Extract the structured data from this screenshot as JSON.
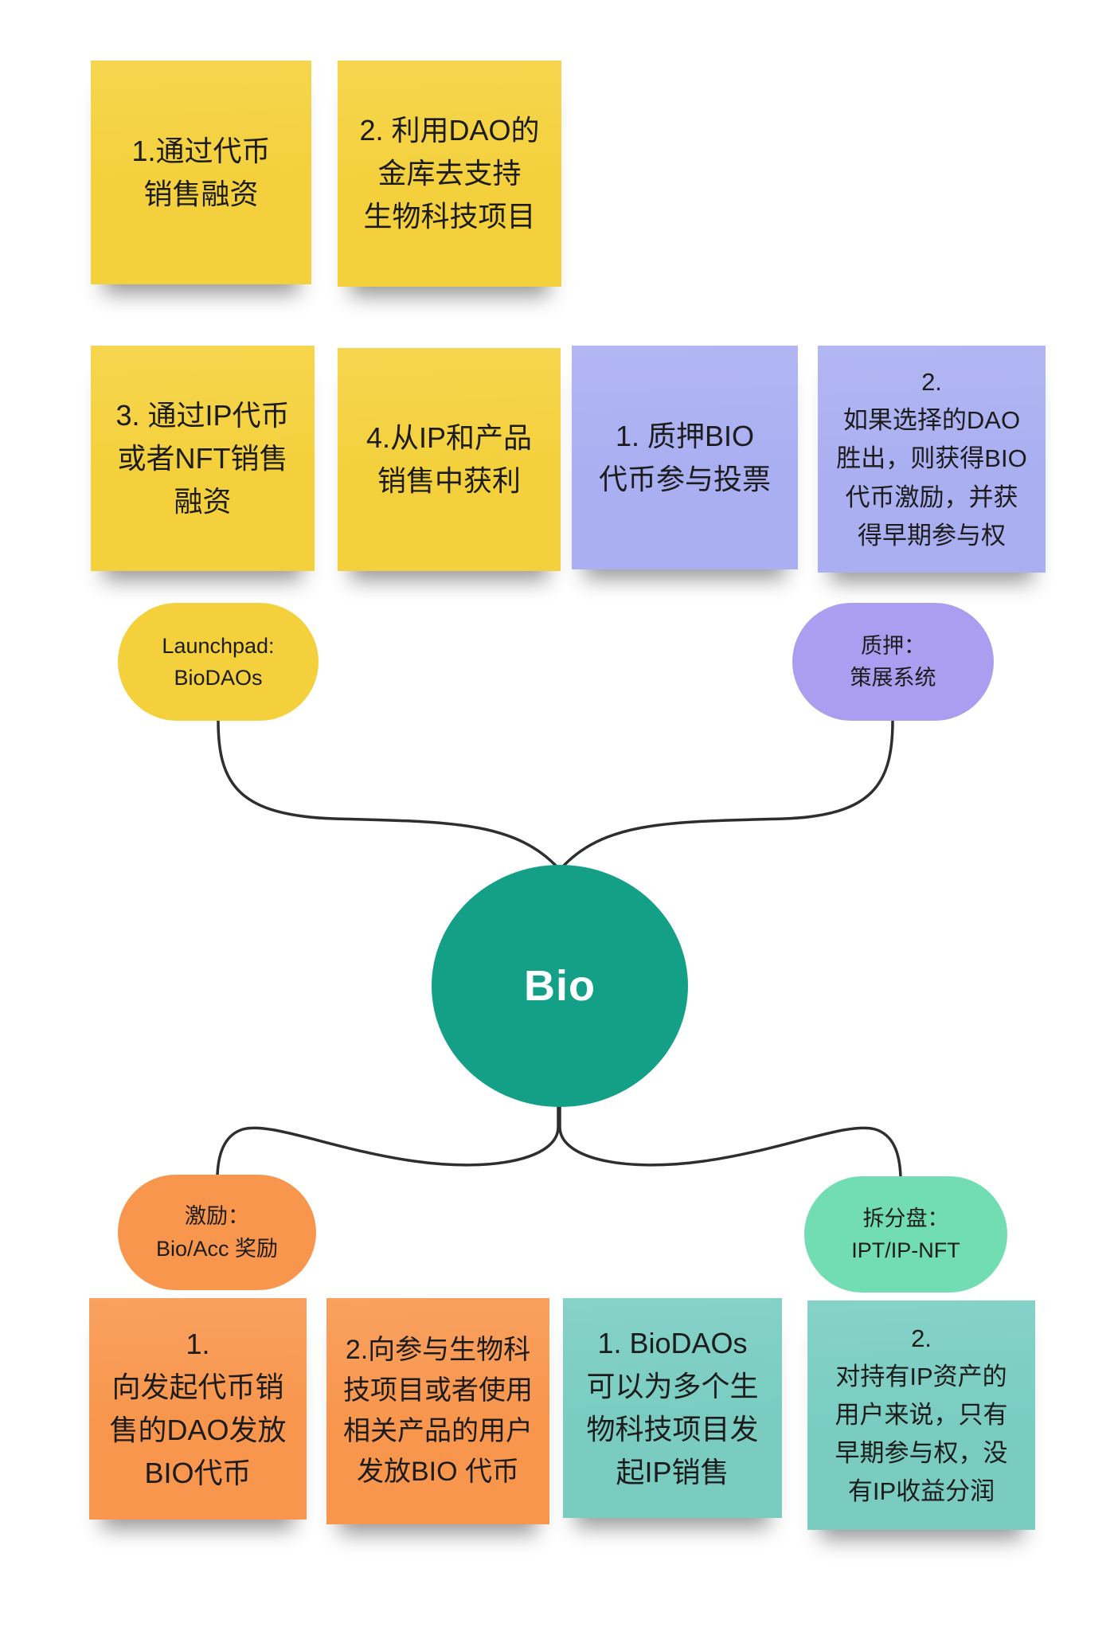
{
  "colors": {
    "yellow": "#F4D03C",
    "purple_note": "#A9AFF1",
    "purple_pill": "#AB9EF0",
    "orange": "#F8964D",
    "mint_pill": "#72DCB2",
    "teal_note": "#7ACCC1",
    "teal_hub": "#14A087",
    "connector": "#2e2e2e",
    "text": "#1c1c1c",
    "background": "#ffffff"
  },
  "hub": {
    "label": "Bio"
  },
  "branch_pills": {
    "launchpad": {
      "text": "Launchpad:\nBioDAOs"
    },
    "staking": {
      "text": "质押：\n策展系统"
    },
    "incentive": {
      "text": "激励：\nBio/Acc 奖励"
    },
    "fractionalize": {
      "text": "拆分盘：\nIPT/IP-NFT"
    }
  },
  "sticky_notes": {
    "launchpad_1": {
      "text": "1.通过代币\n销售融资"
    },
    "launchpad_2": {
      "text": "2. 利用DAO的\n金库去支持\n生物科技项目"
    },
    "launchpad_3": {
      "text": "3. 通过IP代币\n或者NFT销售\n融资"
    },
    "launchpad_4": {
      "text": "4.从IP和产品\n销售中获利"
    },
    "staking_1": {
      "text": "1. 质押BIO\n代币参与投票"
    },
    "staking_2": {
      "text": "2.\n如果选择的DAO\n胜出，则获得BIO\n代币激励，并获\n得早期参与权"
    },
    "incentive_1": {
      "text": "1.\n向发起代币销\n售的DAO发放\nBIO代币"
    },
    "incentive_2": {
      "text": "2.向参与生物科\n技项目或者使用\n相关产品的用户\n发放BIO 代币"
    },
    "fraction_1": {
      "text": "1. BioDAOs\n可以为多个生\n物科技项目发\n起IP销售"
    },
    "fraction_2": {
      "text": "2.\n对持有IP资产的\n用户来说，只有\n早期参与权，没\n有IP收益分润"
    }
  }
}
